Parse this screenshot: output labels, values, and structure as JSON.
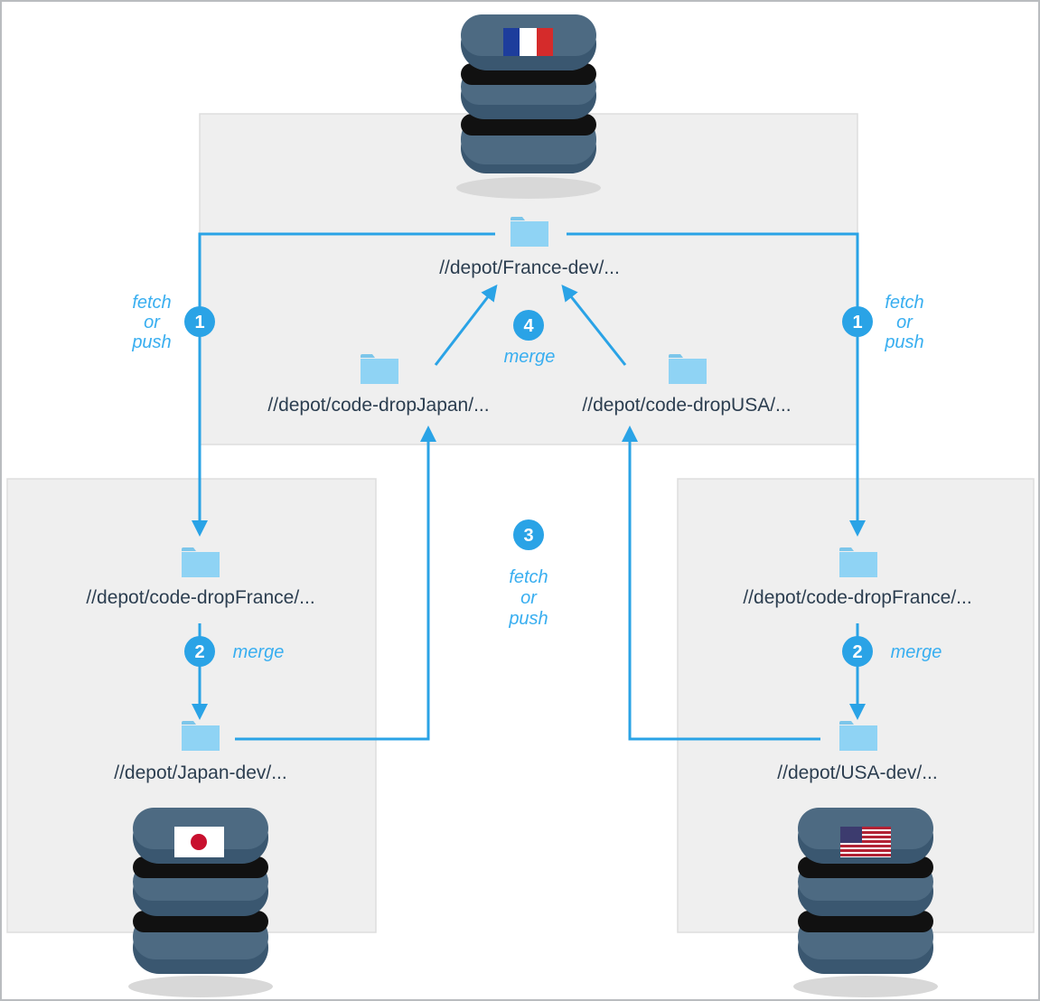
{
  "repos": {
    "france_dev": "//depot/France-dev/...",
    "drop_japan": "//depot/code-dropJapan/...",
    "drop_usa": "//depot/code-dropUSA/...",
    "japan_drop_france": "//depot/code-dropFrance/...",
    "japan_dev": "//depot/Japan-dev/...",
    "usa_drop_france": "//depot/code-dropFrance/...",
    "usa_dev": "//depot/USA-dev/..."
  },
  "steps": {
    "one": "1",
    "two": "2",
    "three": "3",
    "four": "4",
    "fetch": "fetch",
    "or": "or",
    "push": "push",
    "merge": "merge"
  },
  "servers": {
    "france": {
      "flag": "flag-france-icon"
    },
    "japan": {
      "flag": "flag-japan-icon"
    },
    "usa": {
      "flag": "flag-usa-icon"
    }
  },
  "colors": {
    "arrow": "#2aa3e6",
    "badge": "#2aa3e6",
    "label_blue": "#38aef0",
    "folder": "#8fd3f4",
    "panel": "#efefef",
    "panel_border": "#dedede",
    "server_body": "#3a5770",
    "server_top": "#4d6a82",
    "server_band": "#111111",
    "text": "#2c3e50"
  }
}
